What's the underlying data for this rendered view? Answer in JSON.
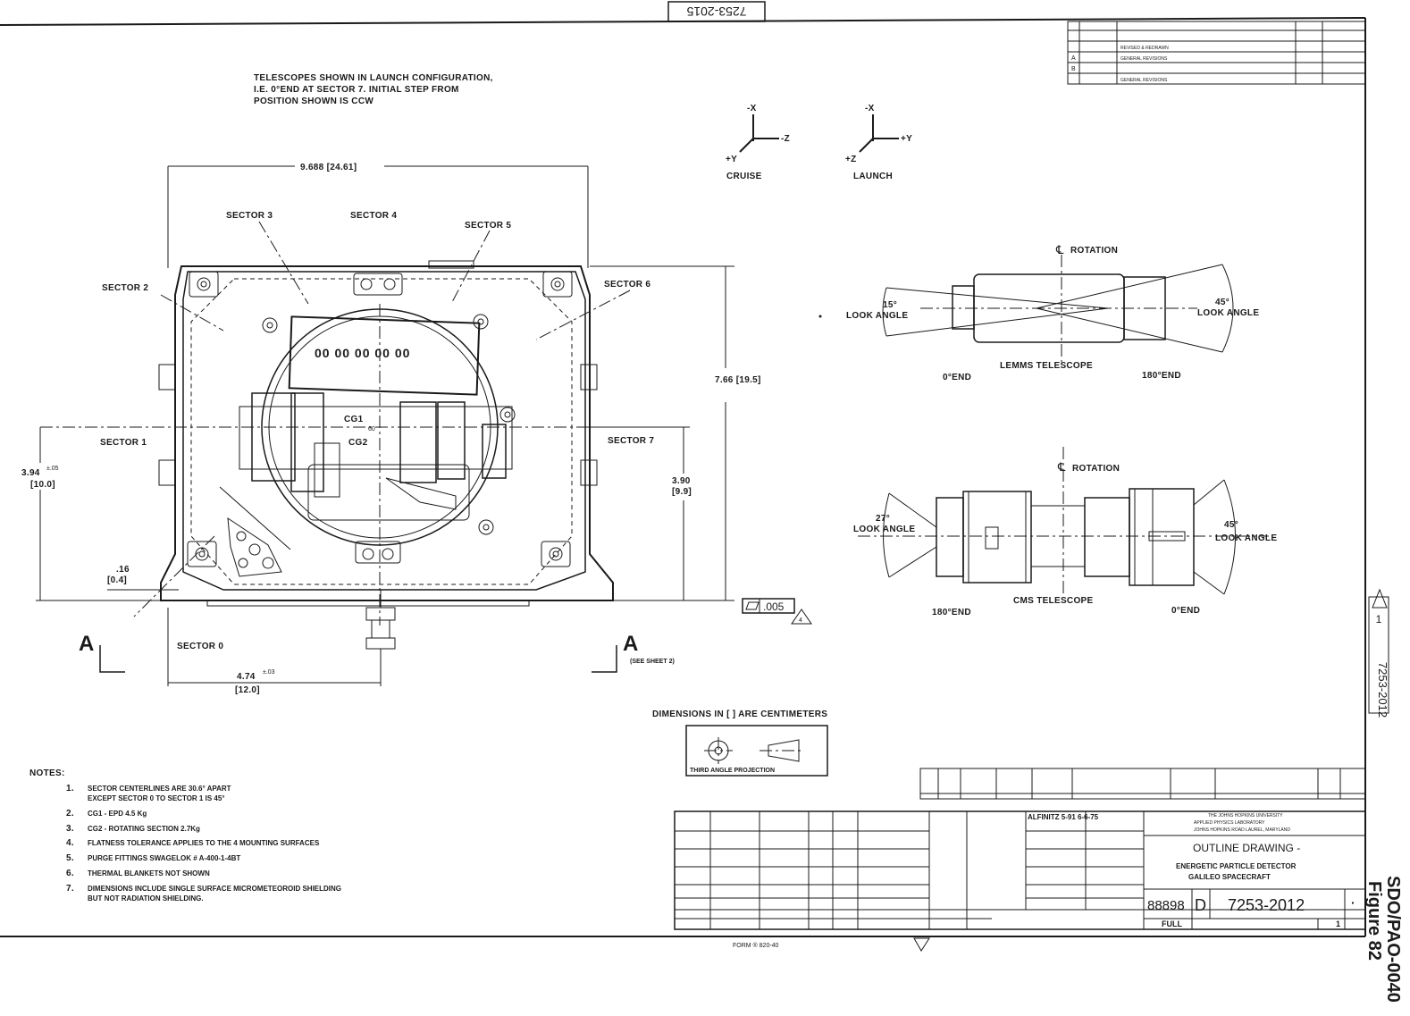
{
  "sheet": {
    "top_stamp": "7253-2015",
    "side_stamp": "7253-2012",
    "side_rev": "1",
    "figure_id_line1": "SDO/PAO-0040",
    "figure_id_line2": "Figure 82",
    "bottom_form": "FORM ® 820-40"
  },
  "launch_note": {
    "line1": "TELESCOPES SHOWN IN LAUNCH CONFIGURATION,",
    "line2": "I.E. 0°END AT SECTOR 7. INITIAL STEP FROM",
    "line3": "POSITION SHOWN IS CCW"
  },
  "axes": {
    "cruise": {
      "label": "CRUISE",
      "x": "-X",
      "right": "-Z",
      "diag": "+Y"
    },
    "launch": {
      "label": "LAUNCH",
      "x": "-X",
      "right": "+Y",
      "diag": "+Z"
    }
  },
  "main_view": {
    "width_dim": "9.688 [24.61]",
    "height_dim": "7.66 [19.5]",
    "left_dim_value": "3.94",
    "left_dim_tol": "±.05",
    "left_dim_cm": "[10.0]",
    "right_dim_value": "3.90",
    "right_dim_cm": "[9.9]",
    "small_dim_value": ".16",
    "small_dim_cm": "[0.4]",
    "bottom_dim_value": "4.74",
    "bottom_dim_tol": "±.03",
    "bottom_dim_cm": "[12.0]",
    "flatness": ".005",
    "flatness_note": "4",
    "cg1": "CG1",
    "cg2": "CG2",
    "cg_angle": "60",
    "slot_labels": "00 00 00 00 00",
    "sectors": [
      "SECTOR 0",
      "SECTOR 1",
      "SECTOR 2",
      "SECTOR 3",
      "SECTOR 4",
      "SECTOR 5",
      "SECTOR 6",
      "SECTOR 7"
    ],
    "section_mark": "A",
    "see_sheet": "(SEE SHEET 2)"
  },
  "lemms": {
    "rotation": "ROTATION",
    "left_angle": "15°",
    "left_look": "LOOK ANGLE",
    "right_angle": "45°",
    "right_look": "LOOK ANGLE",
    "title": "LEMMS TELESCOPE",
    "end_left": "0°END",
    "end_right": "180°END"
  },
  "cms": {
    "rotation": "ROTATION",
    "left_angle": "27°",
    "left_look": "LOOK ANGLE",
    "right_angle": "45°",
    "right_look": "LOOK ANGLE",
    "title": "CMS TELESCOPE",
    "end_left": "180°END",
    "end_right": "0°END"
  },
  "dimensions_note": "DIMENSIONS IN [ ] ARE CENTIMETERS",
  "projection_label": "THIRD ANGLE PROJECTION",
  "notes": {
    "heading": "NOTES:",
    "items": [
      {
        "num": "1.",
        "line1": "SECTOR CENTERLINES ARE 30.6° APART",
        "line2": "EXCEPT SECTOR 0 TO SECTOR 1 IS 45°"
      },
      {
        "num": "2.",
        "line1": "CG1 - EPD 4.5 Kg",
        "line2": ""
      },
      {
        "num": "3.",
        "line1": "CG2 - ROTATING SECTION 2.7Kg",
        "line2": ""
      },
      {
        "num": "4.",
        "line1": "FLATNESS TOLERANCE APPLIES TO THE 4 MOUNTING SURFACES",
        "line2": ""
      },
      {
        "num": "5.",
        "line1": "PURGE FITTINGS SWAGELOK # A-400-1-4BT",
        "line2": ""
      },
      {
        "num": "6.",
        "line1": "THERMAL BLANKETS NOT SHOWN",
        "line2": ""
      },
      {
        "num": "7.",
        "line1": "DIMENSIONS INCLUDE SINGLE SURFACE MICROMETEOROID SHIELDING",
        "line2": "BUT NOT RADIATION SHIELDING."
      }
    ]
  },
  "revisions": {
    "rows": [
      {
        "letter": "",
        "desc": "REVISED & REDRAWN"
      },
      {
        "letter": "A",
        "desc": "GENERAL REVISIONS"
      },
      {
        "letter": "B",
        "desc": ""
      },
      {
        "letter": "",
        "desc": "GENERAL REVISIONS"
      }
    ]
  },
  "title_block": {
    "drawn_by": "ALFINITZ  5-91  6-6-75",
    "org_line1": "THE JOHNS HOPKINS UNIVERSITY",
    "org_line2": "APPLIED PHYSICS LABORATORY",
    "org_line3": "JOHNS HOPKINS ROAD  LAUREL, MARYLAND",
    "title": "OUTLINE DRAWING -",
    "subtitle1": "ENERGETIC PARTICLE DETECTOR",
    "subtitle2": "GALILEO SPACECRAFT",
    "cage_code": "88898",
    "size": "D",
    "dwg_no": "7253-2012",
    "scale": "FULL",
    "sheet": "1"
  }
}
